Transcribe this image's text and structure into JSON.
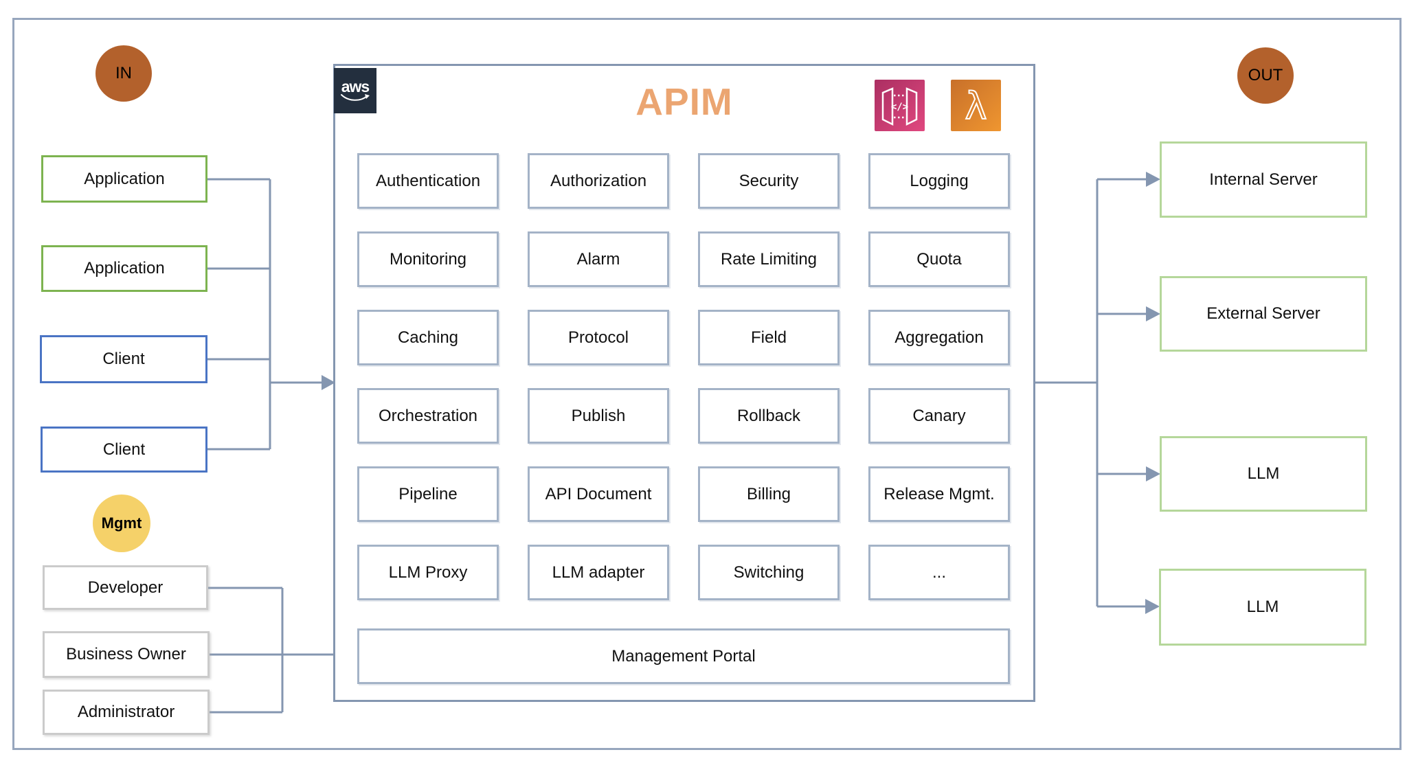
{
  "diagram": {
    "in_label": "IN",
    "out_label": "OUT",
    "mgmt_label": "Mgmt"
  },
  "inputs": {
    "items": [
      {
        "label": "Application"
      },
      {
        "label": "Application"
      },
      {
        "label": "Client"
      },
      {
        "label": "Client"
      }
    ]
  },
  "mgmt_users": {
    "items": [
      {
        "label": "Developer"
      },
      {
        "label": "Business Owner"
      },
      {
        "label": "Administrator"
      }
    ]
  },
  "apim": {
    "title": "APIM",
    "aws_logo_text": "aws",
    "gateway_glyph": "</>",
    "lambda_glyph": "λ",
    "features": [
      "Authentication",
      "Authorization",
      "Security",
      "Logging",
      "Monitoring",
      "Alarm",
      "Rate Limiting",
      "Quota",
      "Caching",
      "Protocol",
      "Field",
      "Aggregation",
      "Orchestration",
      "Publish",
      "Rollback",
      "Canary",
      "Pipeline",
      "API Document",
      "Billing",
      "Release Mgmt.",
      "LLM Proxy",
      "LLM adapter",
      "Switching",
      "..."
    ],
    "portal_label": "Management Portal"
  },
  "outputs": {
    "items": [
      {
        "label": "Internal Server"
      },
      {
        "label": "External Server"
      },
      {
        "label": "LLM"
      },
      {
        "label": "LLM"
      }
    ]
  },
  "colors": {
    "in_out_circle": "#b3612c",
    "mgmt_circle": "#f5d169",
    "apim_title": "#eba571",
    "connector": "#8496b0",
    "feature_box_border": "#a4b3c7",
    "application_border": "#7db350",
    "client_border": "#4a74c4",
    "mgmt_user_border": "#cbcbcb",
    "output_border": "#b5d79a",
    "aws_logo_bg": "#232f3e",
    "gateway_icon": "#c13a6c",
    "lambda_icon": "#dd8733",
    "outer_frame": "#97a6bd"
  }
}
